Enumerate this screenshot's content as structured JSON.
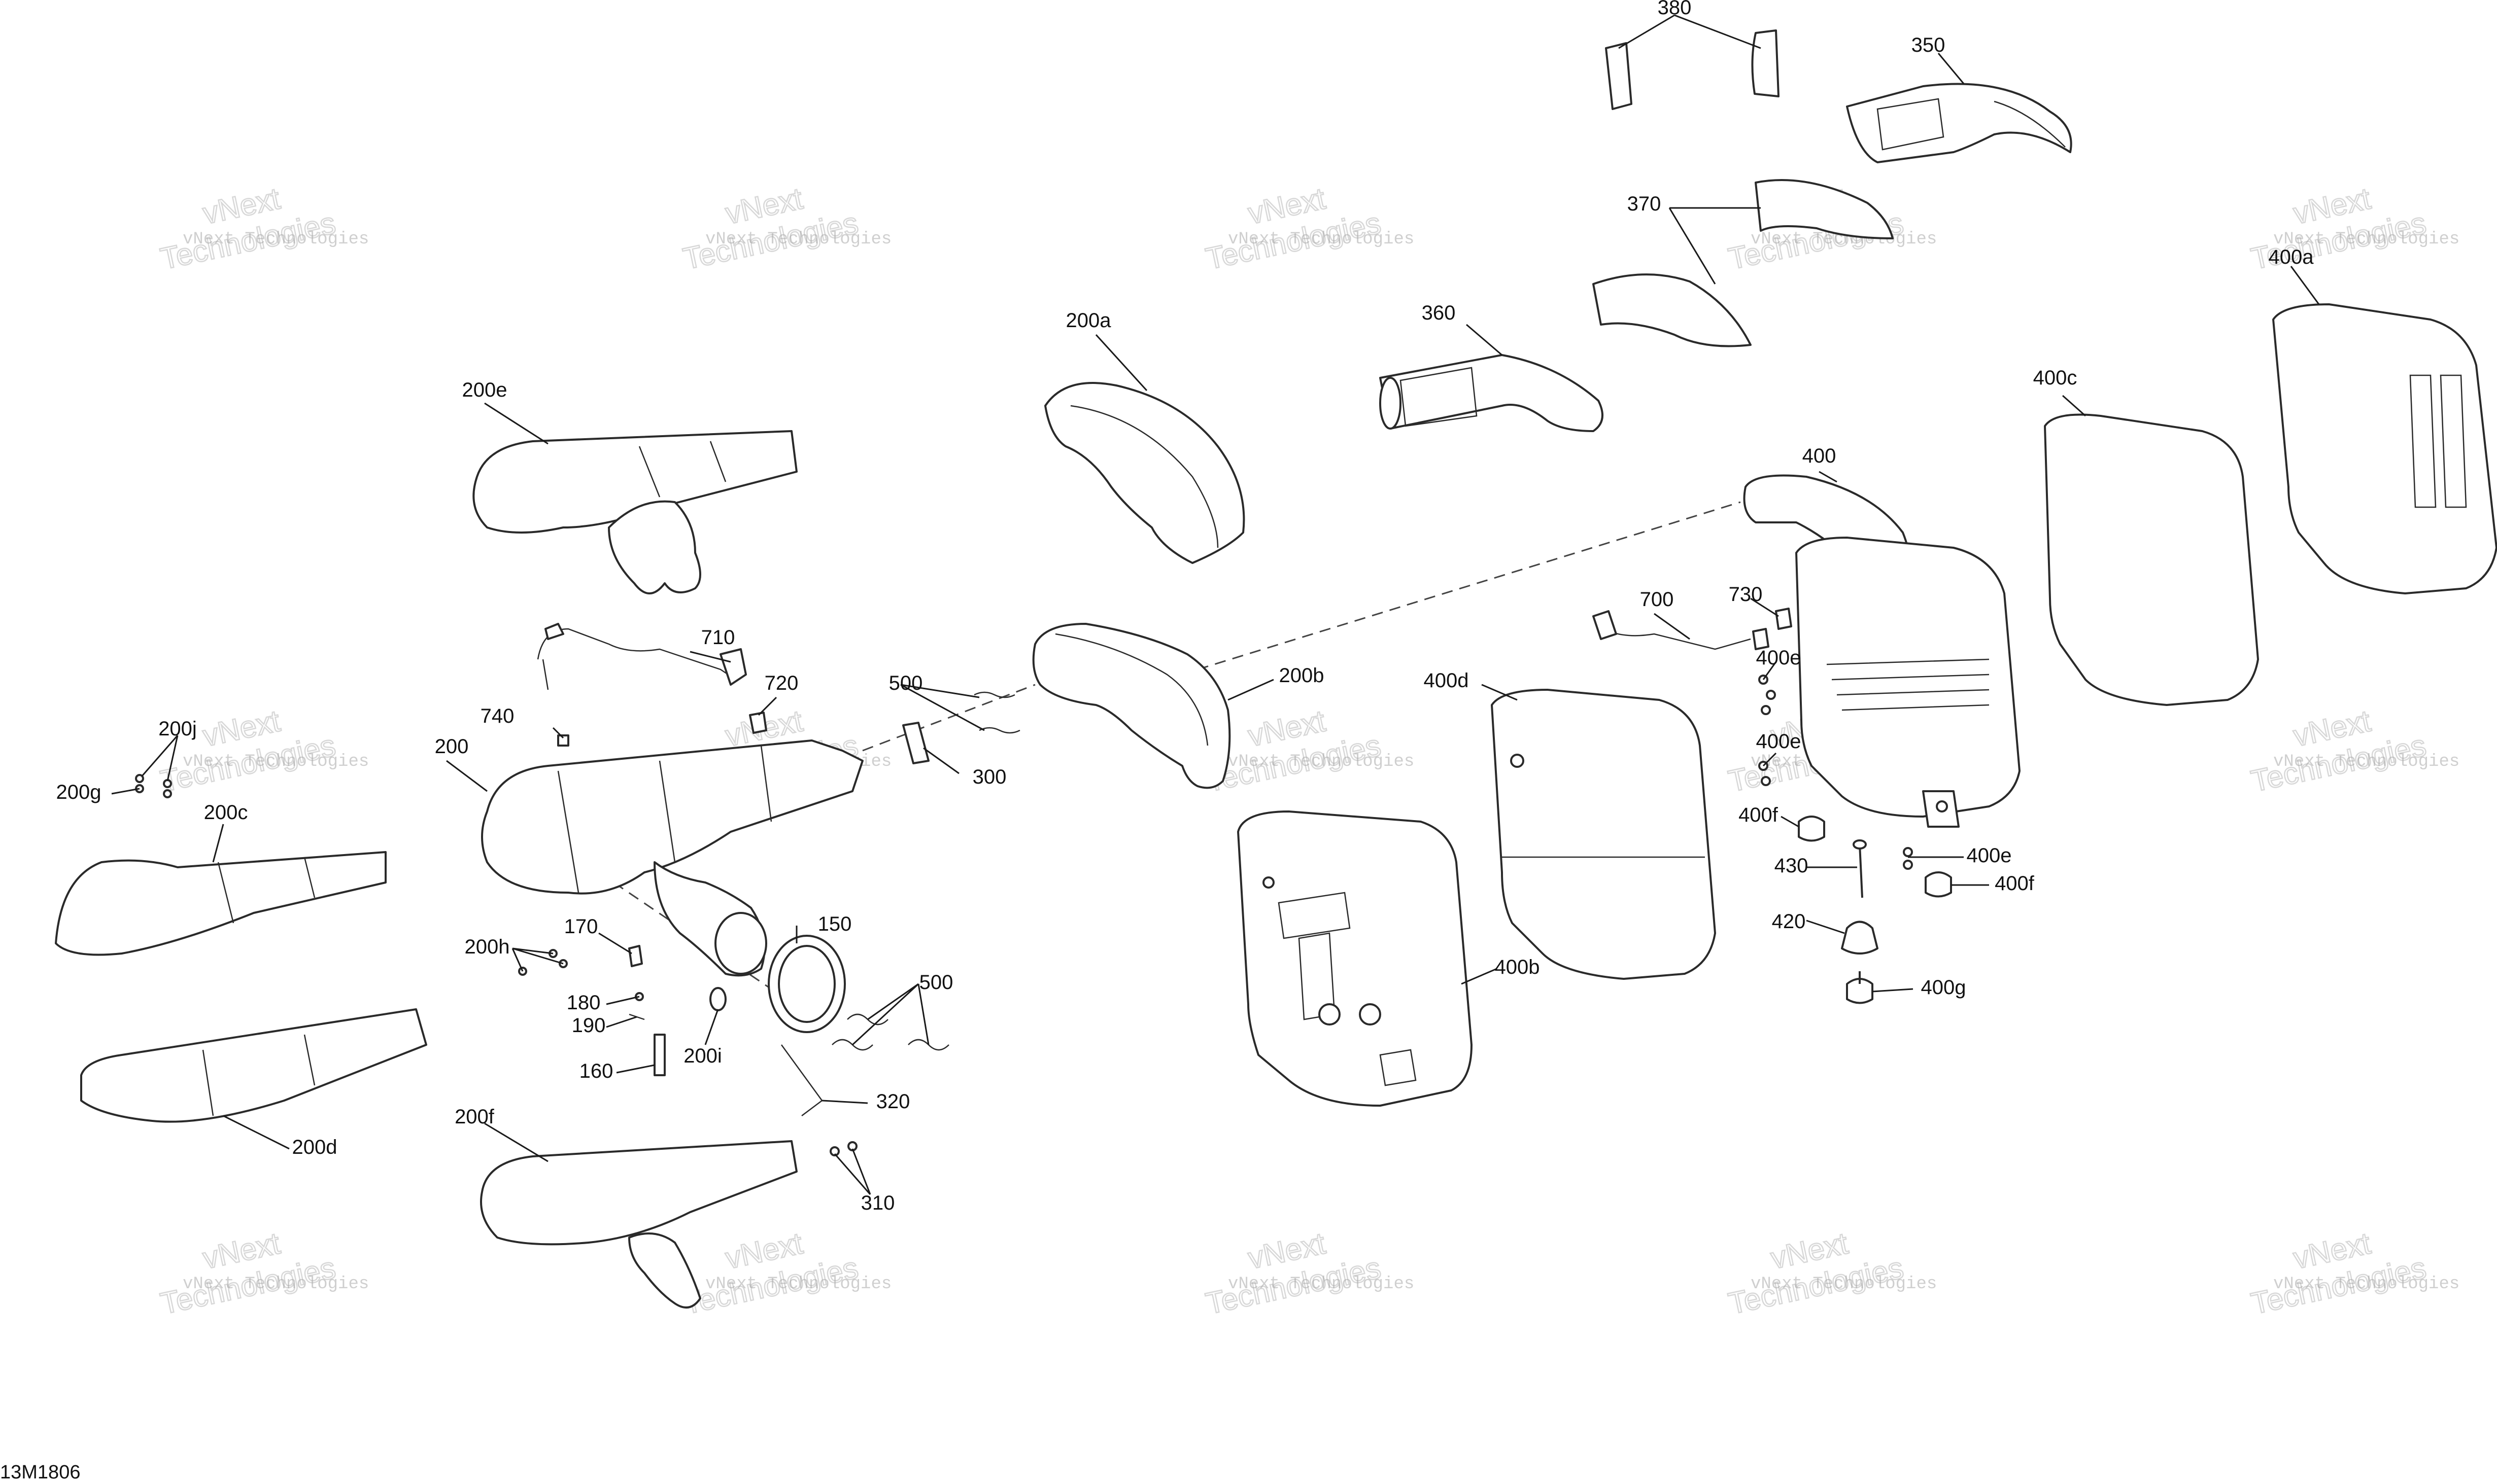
{
  "diagram_code": "13M1806",
  "watermark": {
    "small": "vNext Technologies",
    "large_top": "vNext",
    "large_bottom": "Technologies"
  },
  "callouts": {
    "c380": "380",
    "c350": "350",
    "c370": "370",
    "c360": "360",
    "c400a": "400a",
    "c400c": "400c",
    "c400": "400",
    "c200a": "200a",
    "c200e": "200e",
    "c710": "710",
    "c720": "720",
    "c740": "740",
    "c500a": "500",
    "c300": "300",
    "c200b": "200b",
    "c200j": "200j",
    "c200g": "200g",
    "c200": "200",
    "c200c": "200c",
    "c700": "700",
    "c730": "730",
    "c400e1": "400e",
    "c400d": "400d",
    "c400e2": "400e",
    "c400f1": "400f",
    "c430": "430",
    "c400e3": "400e",
    "c400f2": "400f",
    "c420": "420",
    "c400g": "400g",
    "c400b": "400b",
    "c170": "170",
    "c200h": "200h",
    "c150": "150",
    "c500b": "500",
    "c180": "180",
    "c190": "190",
    "c200i": "200i",
    "c160": "160",
    "c320": "320",
    "c200d": "200d",
    "c200f": "200f",
    "c310": "310"
  }
}
